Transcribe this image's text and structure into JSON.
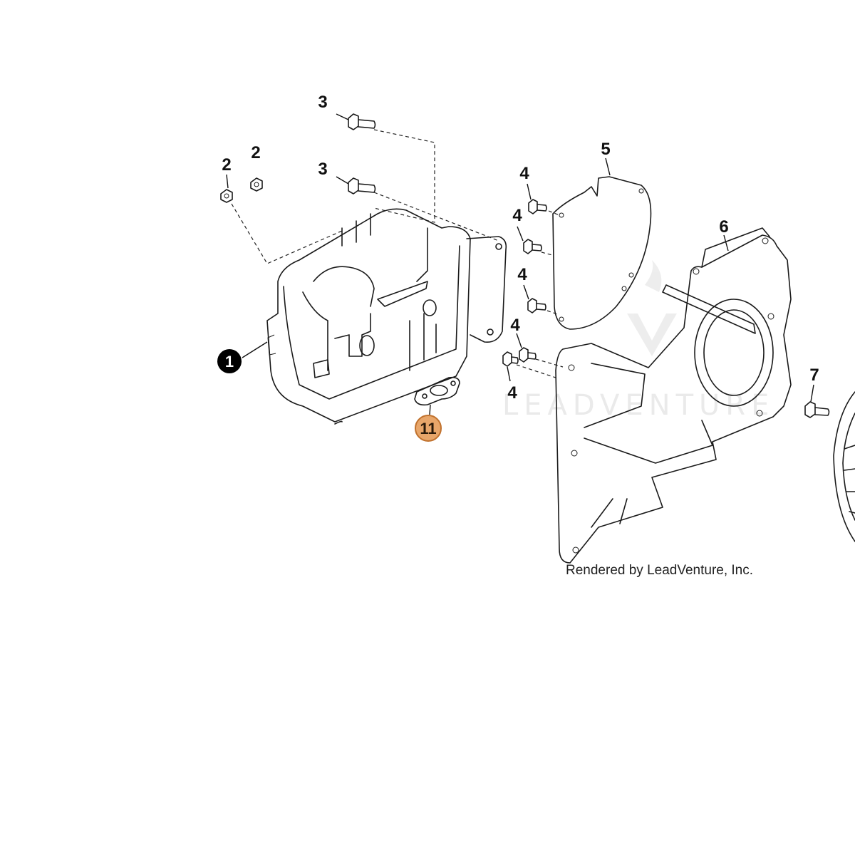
{
  "callouts": {
    "c1": "1",
    "c2a": "2",
    "c2b": "2",
    "c3a": "3",
    "c3b": "3",
    "c4a": "4",
    "c4b": "4",
    "c4c": "4",
    "c4d": "4",
    "c4e": "4",
    "c5": "5",
    "c6": "6",
    "c7": "7",
    "c11": "11"
  },
  "credit": "Rendered by LeadVenture, Inc.",
  "watermark": "LEADVENTURE",
  "colors": {
    "highlight_fill": "#e8a66a",
    "highlight_stroke": "#c0712d",
    "callout_dark": "#000000"
  }
}
